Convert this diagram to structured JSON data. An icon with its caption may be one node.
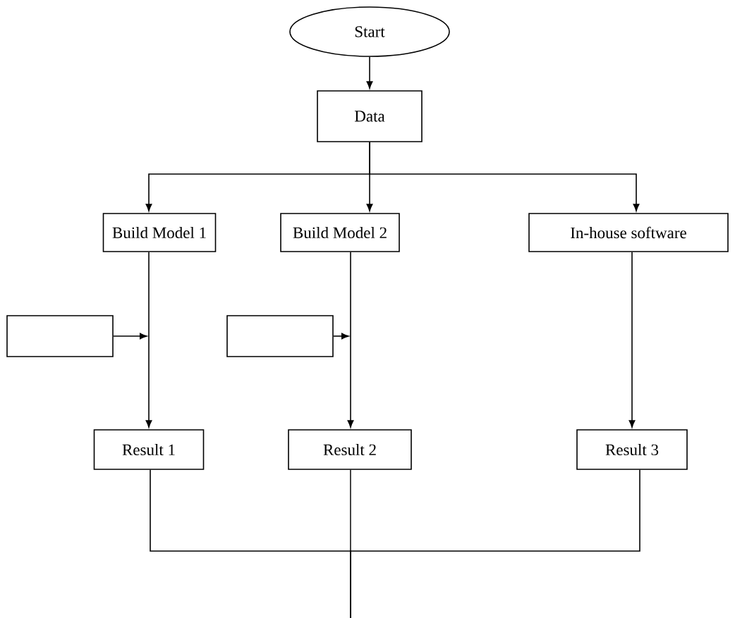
{
  "diagram": {
    "nodes": [
      {
        "text": [
          "Start"
        ]
      },
      {
        "text": [
          "Data"
        ]
      },
      {
        "text": [
          "Build Model 1"
        ]
      },
      {
        "text": [
          "Build Model 2"
        ]
      },
      {
        "text": [
          "In-house software"
        ]
      },
      {
        "text": [],
        "shape": "box"
      },
      {
        "text": [],
        "shape": "box"
      },
      {
        "text": [
          "Result 1"
        ]
      },
      {
        "text": [
          "Result 2"
        ]
      },
      {
        "text": [
          "Result 3"
        ]
      }
    ],
    "edges": [
      {
        "from": 0,
        "to": 1,
        "arrow": "to"
      },
      {
        "from": 1,
        "to": 2,
        "arrow": "to"
      },
      {
        "from": 1,
        "to": 3,
        "arrow": "to"
      },
      {
        "from": 1,
        "to": 4,
        "arrow": "to"
      },
      {
        "from": 2,
        "to": 7,
        "arrow": "to"
      },
      {
        "from": 3,
        "to": 8,
        "arrow": "to"
      },
      {
        "from": 4,
        "to": 9,
        "arrow": "to"
      },
      {
        "from": 5,
        "to": null,
        "arrow": "to"
      },
      {
        "from": 6,
        "to": null,
        "arrow": "to"
      },
      {
        "from": 7,
        "to": null,
        "arrow": "none"
      },
      {
        "from": 8,
        "to": null,
        "arrow": "none"
      },
      {
        "from": 9,
        "to": null,
        "arrow": "none"
      }
    ]
  }
}
